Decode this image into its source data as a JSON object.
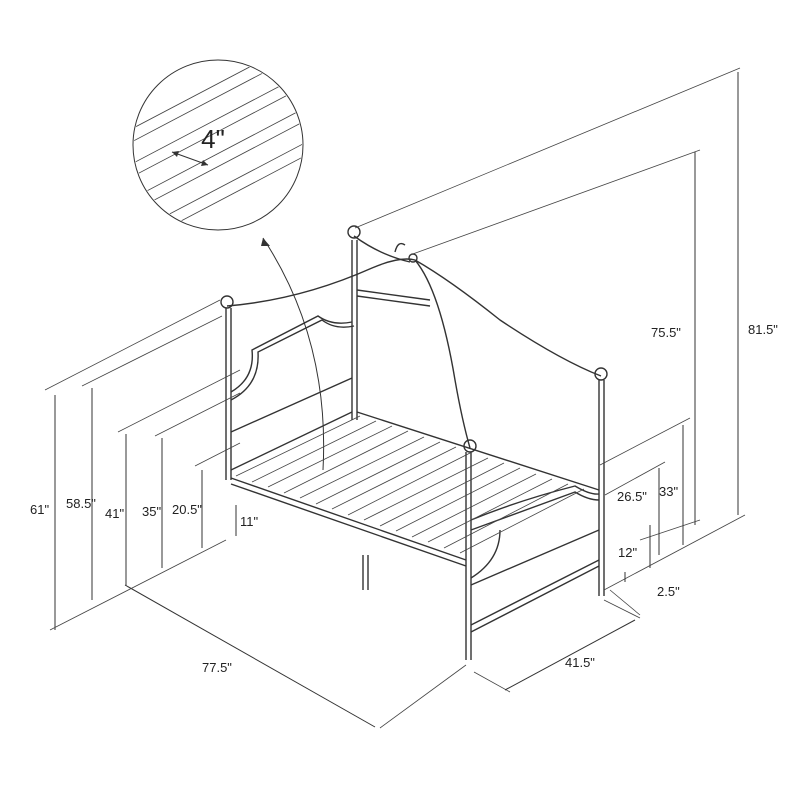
{
  "diagram": {
    "inset": {
      "slat_gap": "4\""
    },
    "dimensions": {
      "overall_height": "81.5\"",
      "post_height": "75.5\"",
      "foot_height_top": "33\"",
      "foot_height_panel": "26.5\"",
      "foot_lower_panel": "12\"",
      "leg_clearance": "2.5\"",
      "width": "41.5\"",
      "length": "77.5\"",
      "back_height_outer": "61\"",
      "back_height_inner": "58.5\"",
      "back_panel_height": "41\"",
      "side_height": "35\"",
      "rail_height": "20.5\"",
      "slat_height": "11\""
    }
  }
}
